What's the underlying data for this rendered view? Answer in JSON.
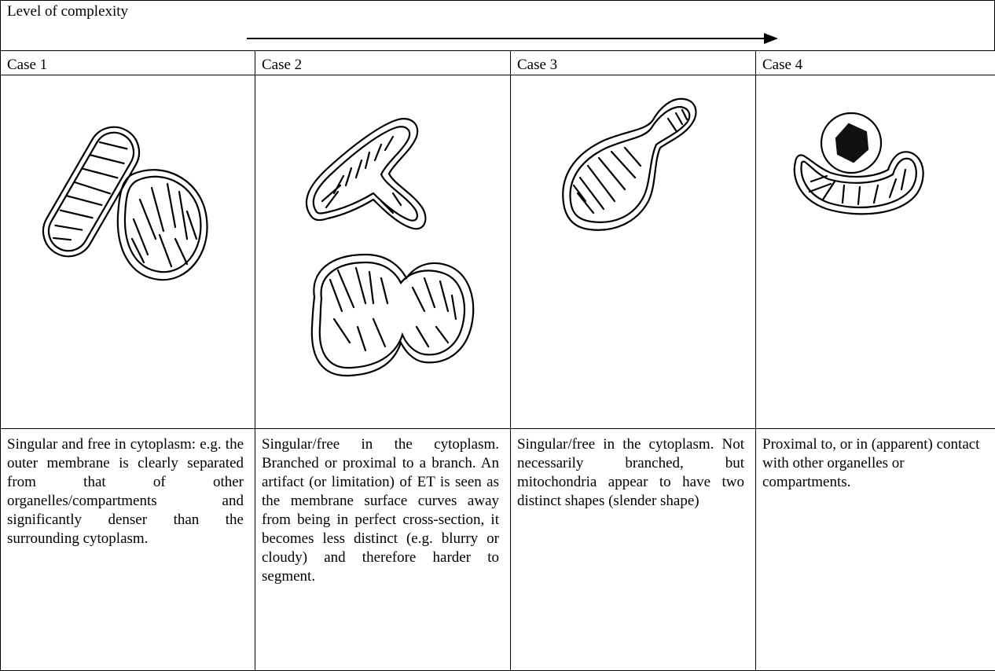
{
  "header": {
    "title": "Level of complexity"
  },
  "cases": [
    {
      "title": "Case 1",
      "description": "Singular and free in cytoplasm: e.g. the outer membrane is clearly separated from that of other organelles/compartments and significantly denser than the surrounding cytoplasm."
    },
    {
      "title": "Case 2",
      "description": "Singular/free in the cytoplasm. Branched or proximal to a branch. An artifact (or limitation) of ET is seen as the membrane surface curves away from being in perfect cross-section, it becomes less distinct (e.g. blurry or cloudy) and therefore harder to segment."
    },
    {
      "title": "Case 3",
      "description": "Singular/free in the cytoplasm. Not necessarily branched, but mitochondria appear to have two distinct shapes (slender shape)"
    },
    {
      "title": "Case 4",
      "description": "Proximal to, or in (apparent) contact with other organelles or compartments."
    }
  ]
}
